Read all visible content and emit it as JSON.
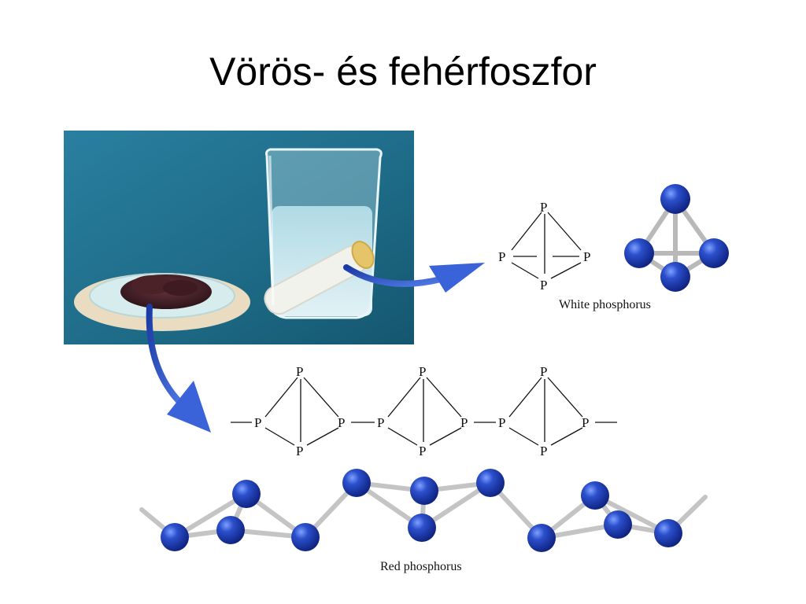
{
  "slide": {
    "title": "Vörös- és fehérfoszfor"
  },
  "white_phosphorus": {
    "caption": "White phosphorus",
    "atom_label": "P"
  },
  "red_phosphorus": {
    "caption": "Red phosphorus",
    "atom_label": "P"
  },
  "colors": {
    "atom_blue": "#1f3fae",
    "bond_gray": "#b8b8b8",
    "arrow_blue": "#2f58c8",
    "photo_bg": "#1f6f8a"
  }
}
